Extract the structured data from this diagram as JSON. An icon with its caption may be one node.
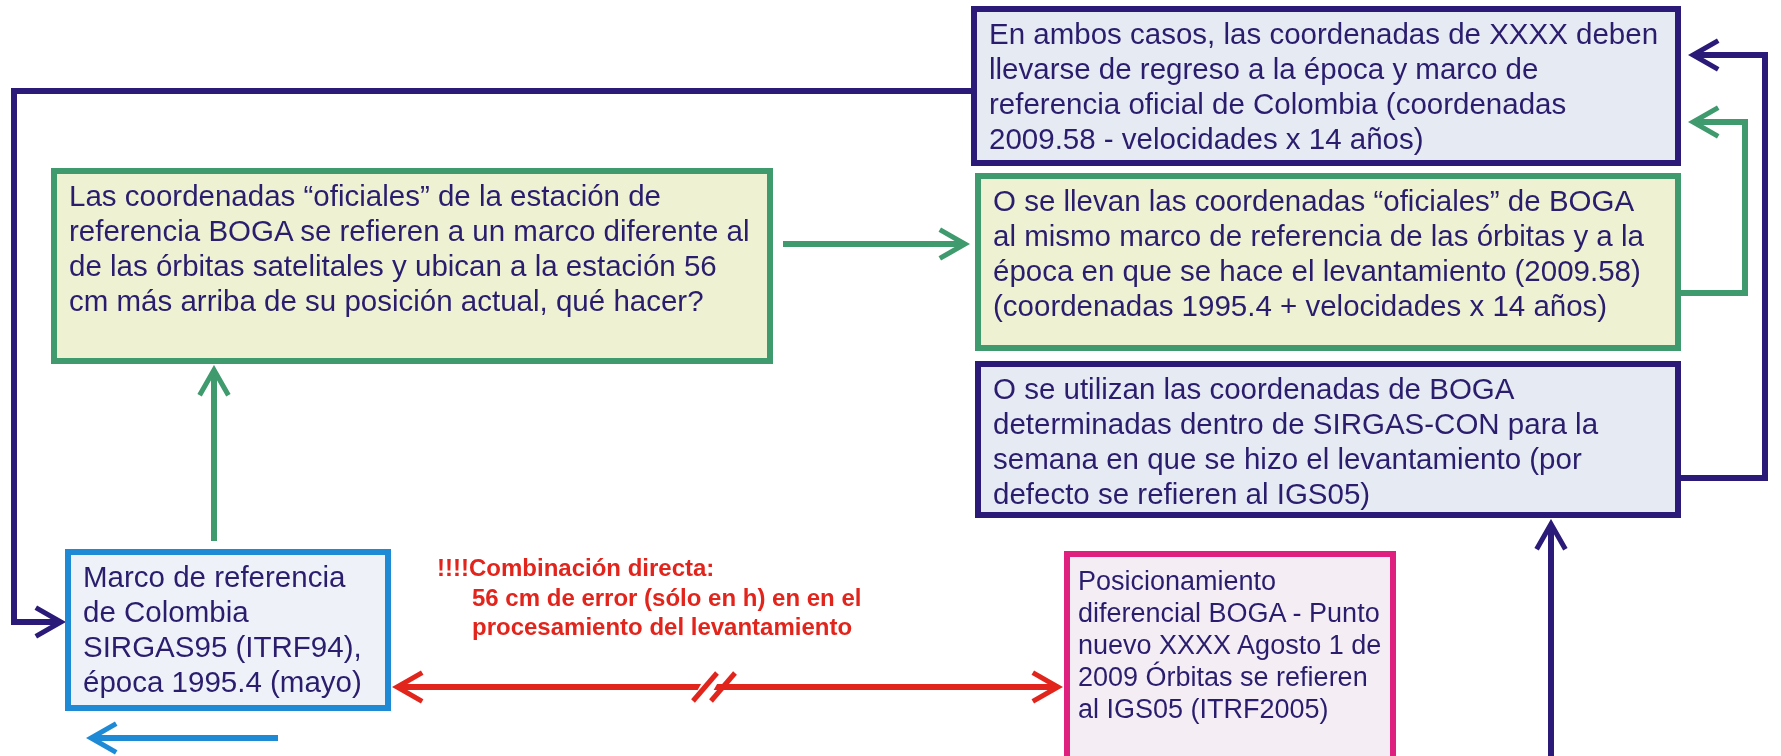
{
  "diagram": {
    "nodes": [
      {
        "text": [
          "En ambos casos, las coordenadas de XXXX deben llevarse de regreso a la época y marco de referencia oficial de Colombia (coordenadas 2009.58 - velocidades x 14 años)"
        ]
      },
      {
        "text": [
          "Las coordenadas “oficiales” de la estación de referencia BOGA se refieren a un marco diferente al de las órbitas satelitales y ubican a la estación 56 cm más arriba de su posición actual, qué hacer?"
        ]
      },
      {
        "text": [
          "O se llevan las coordenadas “oficiales” de BOGA al mismo marco de referencia de las órbitas y a la época en que se hace el levantamiento (2009.58) (coordenadas 1995.4 + velocidades x 14 años)"
        ]
      },
      {
        "text": [
          "O se utilizan las coordenadas de BOGA determinadas dentro de SIRGAS-CON para la semana en que se hizo el levantamiento (por defecto se refieren al IGS05)"
        ]
      },
      {
        "text": [
          "Marco de referencia de Colombia SIRGAS95 (ITRF94), época 1995.4 (mayo)"
        ]
      },
      {
        "text": [
          "Posicionamiento diferencial BOGA - Punto nuevo XXXX Agosto 1 de 2009 Órbitas se refieren al IGS05 (ITRF2005)"
        ]
      }
    ],
    "edges": [
      {
        "from": 1,
        "to": 2,
        "arrow": "to",
        "color": "#3f9a6e"
      },
      {
        "from": 4,
        "to": 1,
        "arrow": "to",
        "color": "#3f9a6e"
      },
      {
        "from": 2,
        "to": 0,
        "arrow": "to",
        "color": "#3f9a6e"
      },
      {
        "from": 3,
        "to": 0,
        "arrow": "to",
        "color": "#2b1a78"
      },
      {
        "from": 0,
        "to": 4,
        "arrow": "to",
        "color": "#2b1a78"
      },
      {
        "from": 4,
        "to": 5,
        "arrow": "both",
        "color": "#e2251c",
        "label": "56 cm de error (sólo en h) en en el procesamiento del levantamiento"
      },
      {
        "from": null,
        "to": 4,
        "arrow": "to",
        "color": "#1e8ad6"
      },
      {
        "from": null,
        "to": 3,
        "arrow": "to",
        "color": "#2b1a78"
      }
    ],
    "labels": [
      "!!!!Combinación directa:"
    ]
  }
}
